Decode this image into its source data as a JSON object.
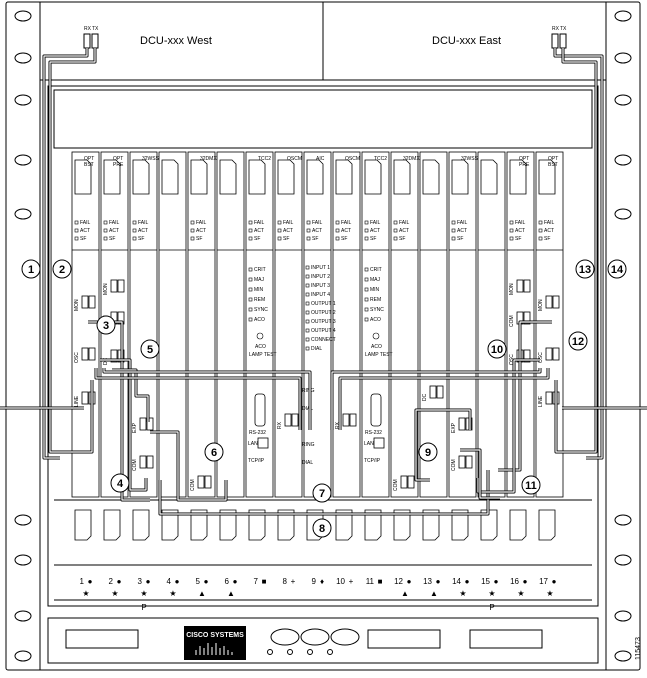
{
  "headers": {
    "west": "DCU-xxx West",
    "east": "DCU-xxx East"
  },
  "port_labels": {
    "rx": "RX",
    "tx": "TX"
  },
  "figure_id": "115473",
  "brand": "CISCO SYSTEMS",
  "cards": [
    {
      "slot": 1,
      "name": "OPT BST"
    },
    {
      "slot": 2,
      "name": "OPT PRE"
    },
    {
      "slot": 3,
      "name": "32WSS"
    },
    {
      "slot": 5,
      "name": "32DMX"
    },
    {
      "slot": 7,
      "name": "TCC2"
    },
    {
      "slot": 8,
      "name": "OSCM"
    },
    {
      "slot": 9,
      "name": "AIC"
    },
    {
      "slot": 10,
      "name": "OSCM"
    },
    {
      "slot": 11,
      "name": "TCC2"
    },
    {
      "slot": 12,
      "name": "32DMX"
    },
    {
      "slot": 14,
      "name": "32WSS"
    },
    {
      "slot": 16,
      "name": "OPT PRE"
    },
    {
      "slot": 17,
      "name": "OPT BST"
    }
  ],
  "led_labels": [
    "FAIL",
    "ACT",
    "SF"
  ],
  "tcc_leds": [
    "CRIT",
    "MAJ",
    "MIN",
    "REM",
    "SYNC",
    "ACO"
  ],
  "aic_labels": [
    "INPUT 1",
    "INPUT 2",
    "INPUT 3",
    "INPUT 4",
    "OUTPUT 1",
    "OUTPUT 2",
    "OUTPUT 3",
    "OUTPUT 4",
    "CONNECT",
    "DIAL"
  ],
  "port_names": {
    "mon": "MON",
    "com": "COM",
    "osc": "OSC",
    "dc": "DC",
    "line": "LINE",
    "exp": "EXP",
    "ring": "RING",
    "dial": "DIAL",
    "rs232": "RS-232",
    "lan": "LAN",
    "tcpip": "TCP/IP",
    "lamp": "LAMP TEST",
    "aco": "ACO"
  },
  "callouts": [
    "1",
    "2",
    "3",
    "4",
    "5",
    "6",
    "7",
    "8",
    "9",
    "10",
    "11",
    "12",
    "13",
    "14"
  ],
  "slots": [
    {
      "num": "1",
      "mark": "●",
      "sub": "★"
    },
    {
      "num": "2",
      "mark": "●",
      "sub": "★"
    },
    {
      "num": "3",
      "mark": "●",
      "sub": "★"
    },
    {
      "num": "4",
      "mark": "●",
      "sub": "★"
    },
    {
      "num": "5",
      "mark": "●",
      "sub": "▲"
    },
    {
      "num": "6",
      "mark": "●",
      "sub": "▲"
    },
    {
      "num": "7",
      "mark": "■",
      "sub": ""
    },
    {
      "num": "8",
      "mark": "+",
      "sub": ""
    },
    {
      "num": "9",
      "mark": "♦",
      "sub": ""
    },
    {
      "num": "10",
      "mark": "+",
      "sub": ""
    },
    {
      "num": "11",
      "mark": "■",
      "sub": ""
    },
    {
      "num": "12",
      "mark": "●",
      "sub": "▲"
    },
    {
      "num": "13",
      "mark": "●",
      "sub": "▲"
    },
    {
      "num": "14",
      "mark": "●",
      "sub": "★"
    },
    {
      "num": "15",
      "mark": "●",
      "sub": "★"
    },
    {
      "num": "16",
      "mark": "●",
      "sub": "★"
    },
    {
      "num": "17",
      "mark": "●",
      "sub": "★"
    }
  ],
  "protection_marks": [
    "P",
    "P"
  ]
}
